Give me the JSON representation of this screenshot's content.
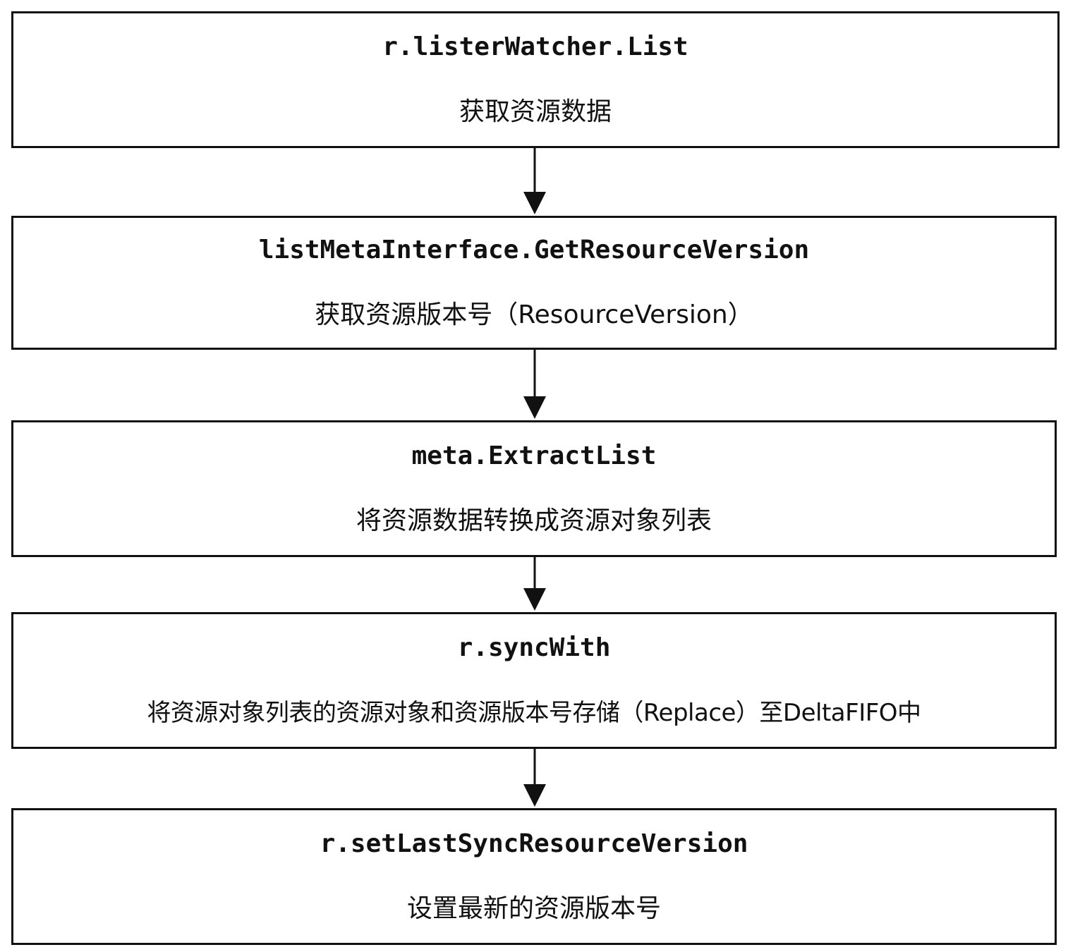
{
  "steps": [
    {
      "function": "r.listerWatcher.List",
      "description": "获取资源数据"
    },
    {
      "function": "listMetaInterface.GetResourceVersion",
      "description": "获取资源版本号（ResourceVersion）"
    },
    {
      "function": "meta.ExtractList",
      "description": "将资源数据转换成资源对象列表"
    },
    {
      "function": "r.syncWith",
      "description": "将资源对象列表的资源对象和资源版本号存储（Replace）至DeltaFIFO中"
    },
    {
      "function": "r.setLastSyncResourceVersion",
      "description": "设置最新的资源版本号"
    }
  ],
  "colors": {
    "border": "#111111",
    "text": "#111111",
    "background": "#ffffff"
  },
  "icons": {
    "connector": "arrow-down-icon"
  }
}
